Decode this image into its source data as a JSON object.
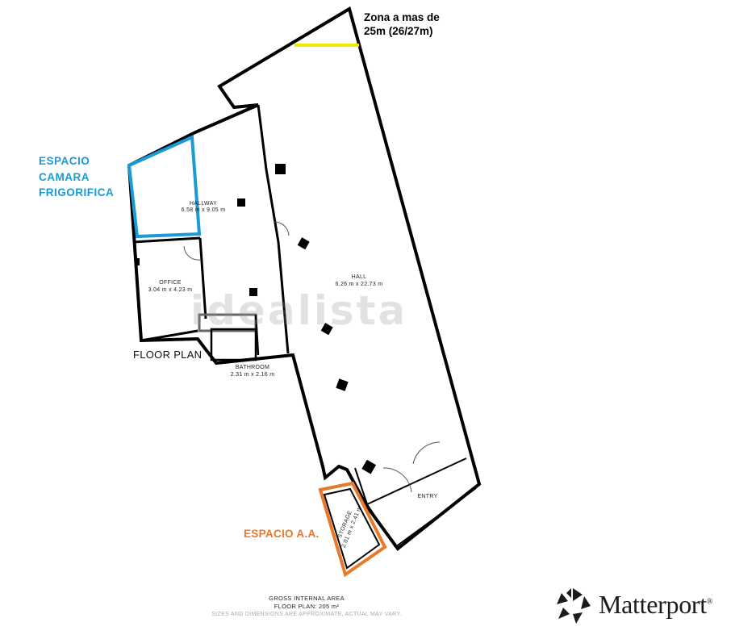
{
  "rooms": {
    "hallway": {
      "name": "HALLWAY",
      "dims": "6.58 m x 9.05 m"
    },
    "office": {
      "name": "OFFICE",
      "dims": "3.04 m x 4.23 m"
    },
    "hall": {
      "name": "HALL",
      "dims": "6.26 m x 22.73 m"
    },
    "bathroom": {
      "name": "BATHROOM",
      "dims": "2.31 m x 2.16 m"
    },
    "entry": {
      "name": "ENTRY"
    },
    "storage": {
      "name": "STORAGE",
      "dims": "2.01 m x 2.41 m"
    }
  },
  "annotations": {
    "zona_line1": "Zona a mas de",
    "zona_line2": "25m (26/27m)",
    "camara_line1": "ESPACIO",
    "camara_line2": "CAMARA",
    "camara_line3": "FRIGORIFICA",
    "aa": "ESPACIO A.A.",
    "floor_plan": "FLOOR PLAN"
  },
  "footer": {
    "gross_title": "GROSS INTERNAL AREA",
    "gross_value": "FLOOR PLAN: 205 m²",
    "disclaimer": "SIZES AND DIMENSIONS ARE APPROXIMATE, ACTUAL MAY VARY."
  },
  "brand": {
    "name": "Matterport",
    "mark": "®",
    "logo_icon": "matterport-logo-icon"
  },
  "watermark": "idealista",
  "colors": {
    "camara_outline": "#1a9ad6",
    "aa_outline": "#e8782a",
    "zona_line": "#f2e600",
    "walls": "#000000"
  }
}
